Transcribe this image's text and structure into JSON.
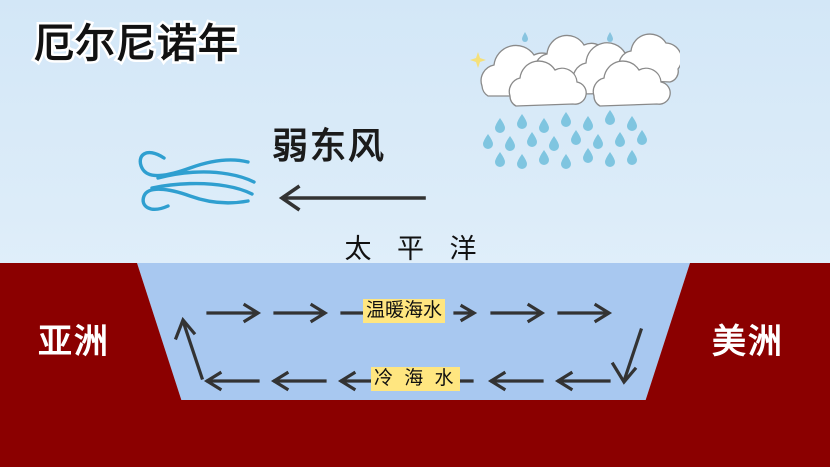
{
  "title": "厄尔尼诺年",
  "wind": {
    "label": "弱东风",
    "icon": "wind-swoosh-icon",
    "arrow_direction": "left"
  },
  "weather": {
    "icon": "rain-cloud-icon",
    "cloud_count": 6,
    "raindrop_count": 28
  },
  "ocean": {
    "name": "太 平 洋",
    "warm_water_label": "温暖海水",
    "cold_water_label": "冷 海 水",
    "surface_flow_direction": "right",
    "deep_flow_direction": "left",
    "surface_arrow_count": 6,
    "deep_arrow_count": 6,
    "upwelling_side": "left",
    "downwelling_side": "right"
  },
  "land": {
    "left_label": "亚洲",
    "right_label": "美洲"
  },
  "colors": {
    "sky_top": "#d3e7f7",
    "sky_bottom": "#eaf4fb",
    "land": "#8b0000",
    "water": "#a8c8f0",
    "highlight": "#ffe680",
    "arrow": "#333333",
    "wind": "#2f9fd0",
    "raindrop": "#7fc5e0"
  }
}
